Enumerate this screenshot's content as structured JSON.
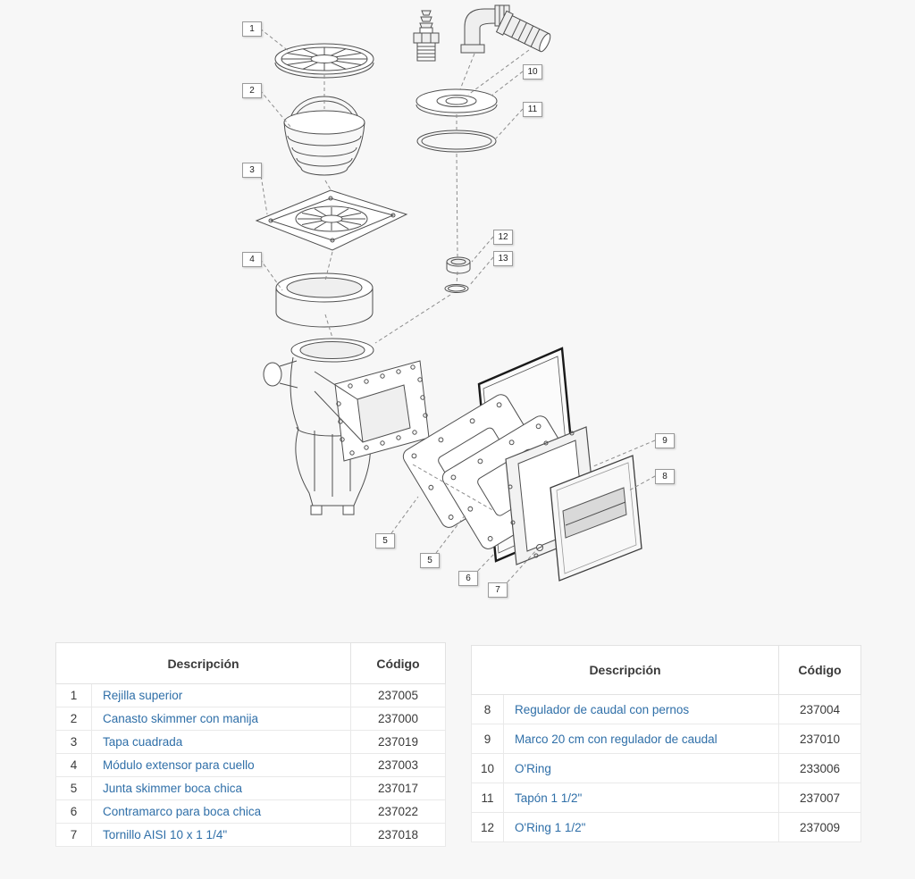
{
  "diagram": {
    "callouts": {
      "c1": "1",
      "c2": "2",
      "c3": "3",
      "c4": "4",
      "c5a": "5",
      "c5b": "5",
      "c6": "6",
      "c7": "7",
      "c8": "8",
      "c9": "9",
      "c10": "10",
      "c11": "11",
      "c12": "12",
      "c13": "13"
    }
  },
  "tables": {
    "left": {
      "headers": {
        "description": "Descripción",
        "code": "Código"
      },
      "rows": [
        {
          "num": "1",
          "description": "Rejilla superior",
          "code": "237005"
        },
        {
          "num": "2",
          "description": "Canasto skimmer con manija",
          "code": "237000"
        },
        {
          "num": "3",
          "description": "Tapa cuadrada",
          "code": "237019"
        },
        {
          "num": "4",
          "description": "Módulo extensor para cuello",
          "code": "237003"
        },
        {
          "num": "5",
          "description": "Junta skimmer boca chica",
          "code": "237017"
        },
        {
          "num": "6",
          "description": "Contramarco para boca chica",
          "code": "237022"
        },
        {
          "num": "7",
          "description": "Tornillo AISI 10 x 1 1/4\"",
          "code": "237018"
        }
      ]
    },
    "right": {
      "headers": {
        "description": "Descripción",
        "code": "Código"
      },
      "rows": [
        {
          "num": "8",
          "description": "Regulador de caudal con pernos",
          "code": "237004"
        },
        {
          "num": "9",
          "description": "Marco 20 cm con regulador de caudal",
          "code": "237010"
        },
        {
          "num": "10",
          "description": "O'Ring",
          "code": "233006"
        },
        {
          "num": "11",
          "description": "Tapón 1 1/2\"",
          "code": "237007"
        },
        {
          "num": "12",
          "description": "O'Ring 1 1/2\"",
          "code": "237009"
        }
      ]
    }
  }
}
